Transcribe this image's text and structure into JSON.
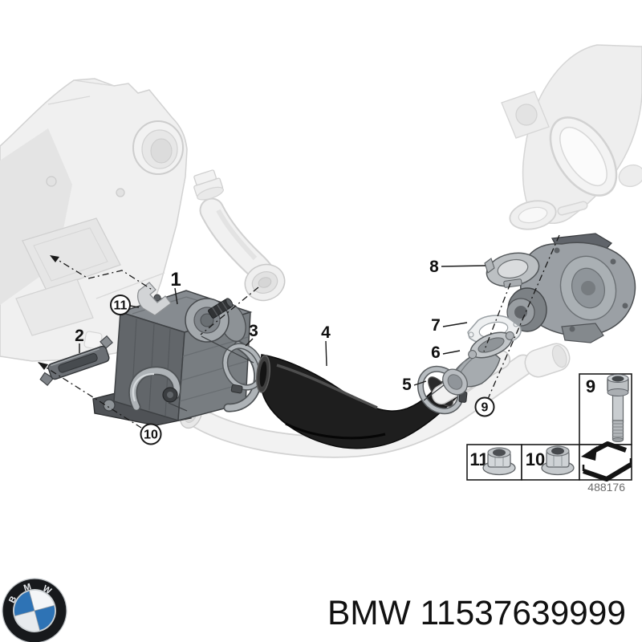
{
  "colors": {
    "background": "#ffffff",
    "line": "#111111",
    "faded_part_gray": "#ececec",
    "dark_part_gray": "#62666a",
    "hose_black": "#1e1e1e",
    "metal_gray": "#9ba0a5",
    "logo_blue": "#2e73b5",
    "diagram_number_gray": "#6b6b6b"
  },
  "callouts": {
    "plain": [
      "1",
      "2",
      "3",
      "4",
      "5",
      "6",
      "7",
      "8"
    ],
    "circled": [
      "9",
      "10",
      "11"
    ]
  },
  "legend": {
    "screw_label": "9",
    "nut_large_label": "10",
    "nut_small_label": "11",
    "diagram_number": "488176"
  },
  "footer": {
    "caption": "BMW 11537639999",
    "logo_letters": [
      "B",
      "M",
      "W"
    ]
  }
}
